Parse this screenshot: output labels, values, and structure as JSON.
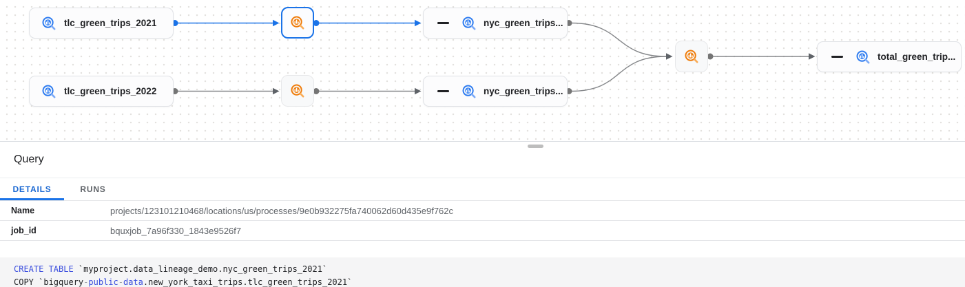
{
  "graph": {
    "nodes": {
      "tlc_2021": {
        "label": "tlc_green_trips_2021",
        "type": "table"
      },
      "tlc_2022": {
        "label": "tlc_green_trips_2022",
        "type": "table"
      },
      "process_1": {
        "type": "process",
        "selected": true
      },
      "process_2": {
        "type": "process",
        "selected": false
      },
      "nyc_2021": {
        "label": "nyc_green_trips...",
        "type": "table",
        "collapsible": true
      },
      "nyc_2022": {
        "label": "nyc_green_trips...",
        "type": "table",
        "collapsible": true
      },
      "process_3": {
        "type": "process",
        "selected": false
      },
      "total": {
        "label": "total_green_trip...",
        "type": "table",
        "collapsible": true
      }
    },
    "icons": {
      "table": "bigquery-table-icon",
      "process": "bigquery-process-icon",
      "collapse": "collapse-minus-icon"
    }
  },
  "panel": {
    "title": "Query",
    "tabs": [
      {
        "label": "DETAILS",
        "active": true
      },
      {
        "label": "RUNS",
        "active": false
      }
    ],
    "fields": [
      {
        "label": "Name",
        "value": "projects/123101210468/locations/us/processes/9e0b932275fa740062d60d435e9f762c"
      },
      {
        "label": "job_id",
        "value": "bquxjob_7a96f330_1843e9526f7"
      }
    ]
  },
  "sql": {
    "lines": [
      {
        "segments": [
          {
            "text": "CREATE TABLE",
            "style": "keyword"
          },
          {
            "text": " `myproject.data_lineage_demo.nyc_green_trips_2021`",
            "style": "plain"
          }
        ]
      },
      {
        "segments": [
          {
            "text": "COPY `bigquery",
            "style": "plain"
          },
          {
            "text": "-",
            "style": "operator"
          },
          {
            "text": "public",
            "style": "keyword"
          },
          {
            "text": "-",
            "style": "operator"
          },
          {
            "text": "data",
            "style": "keyword"
          },
          {
            "text": ".new_york_taxi_trips.tlc_green_trips_2021`",
            "style": "plain"
          }
        ]
      }
    ]
  },
  "colors": {
    "selected_blue": "#1a73e8",
    "edge_gray": "#85878a",
    "table_icon_blue": "#2e7cf0",
    "process_icon_orange": "#ef7c0a",
    "keyword_blue": "#3b4ede",
    "tab_active": "#1967d2"
  }
}
